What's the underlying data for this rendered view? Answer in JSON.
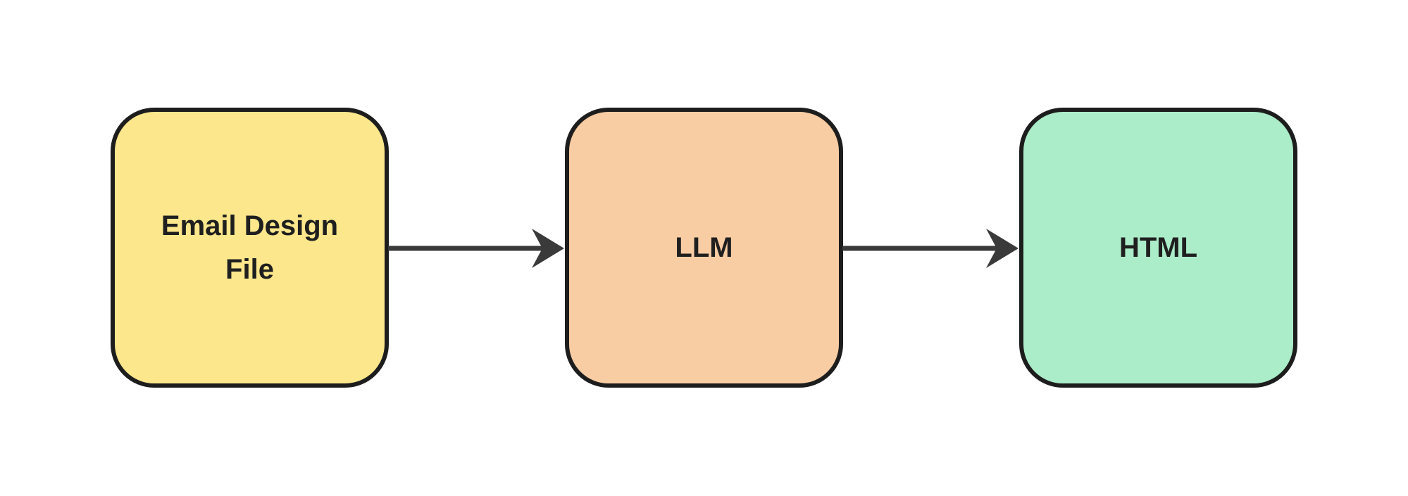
{
  "diagram": {
    "background_color": "#ffffff",
    "border_color": "#1d1d1d",
    "text_color": "#1f1f1f",
    "arrow_color": "#3a3a3a",
    "nodes": [
      {
        "id": "email-design-file",
        "label": "Email Design File",
        "fill": "#FCE78C"
      },
      {
        "id": "llm",
        "label": "LLM",
        "fill": "#F9CDA3"
      },
      {
        "id": "html",
        "label": "HTML",
        "fill": "#ABEDC9"
      }
    ],
    "connections": [
      {
        "from": "email-design-file",
        "to": "llm"
      },
      {
        "from": "llm",
        "to": "html"
      }
    ]
  }
}
